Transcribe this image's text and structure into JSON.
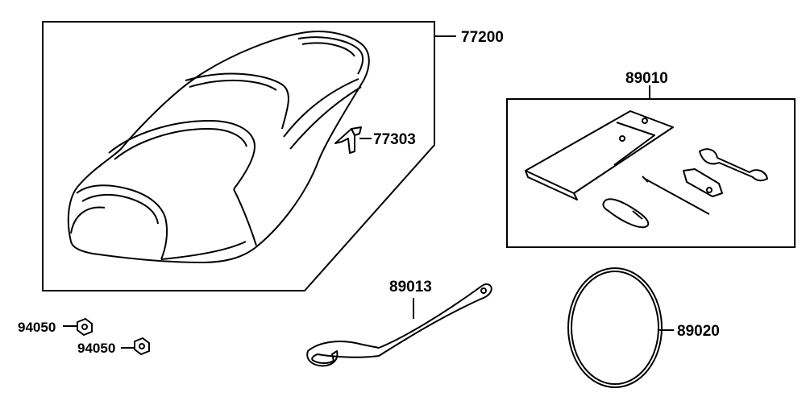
{
  "diagram": {
    "parts": {
      "seat": "77200",
      "hook": "77303",
      "tool_kit": "89010",
      "spanner": "89013",
      "seal_ring": "89020",
      "nut_1": "94050",
      "nut_2": "94050"
    }
  }
}
